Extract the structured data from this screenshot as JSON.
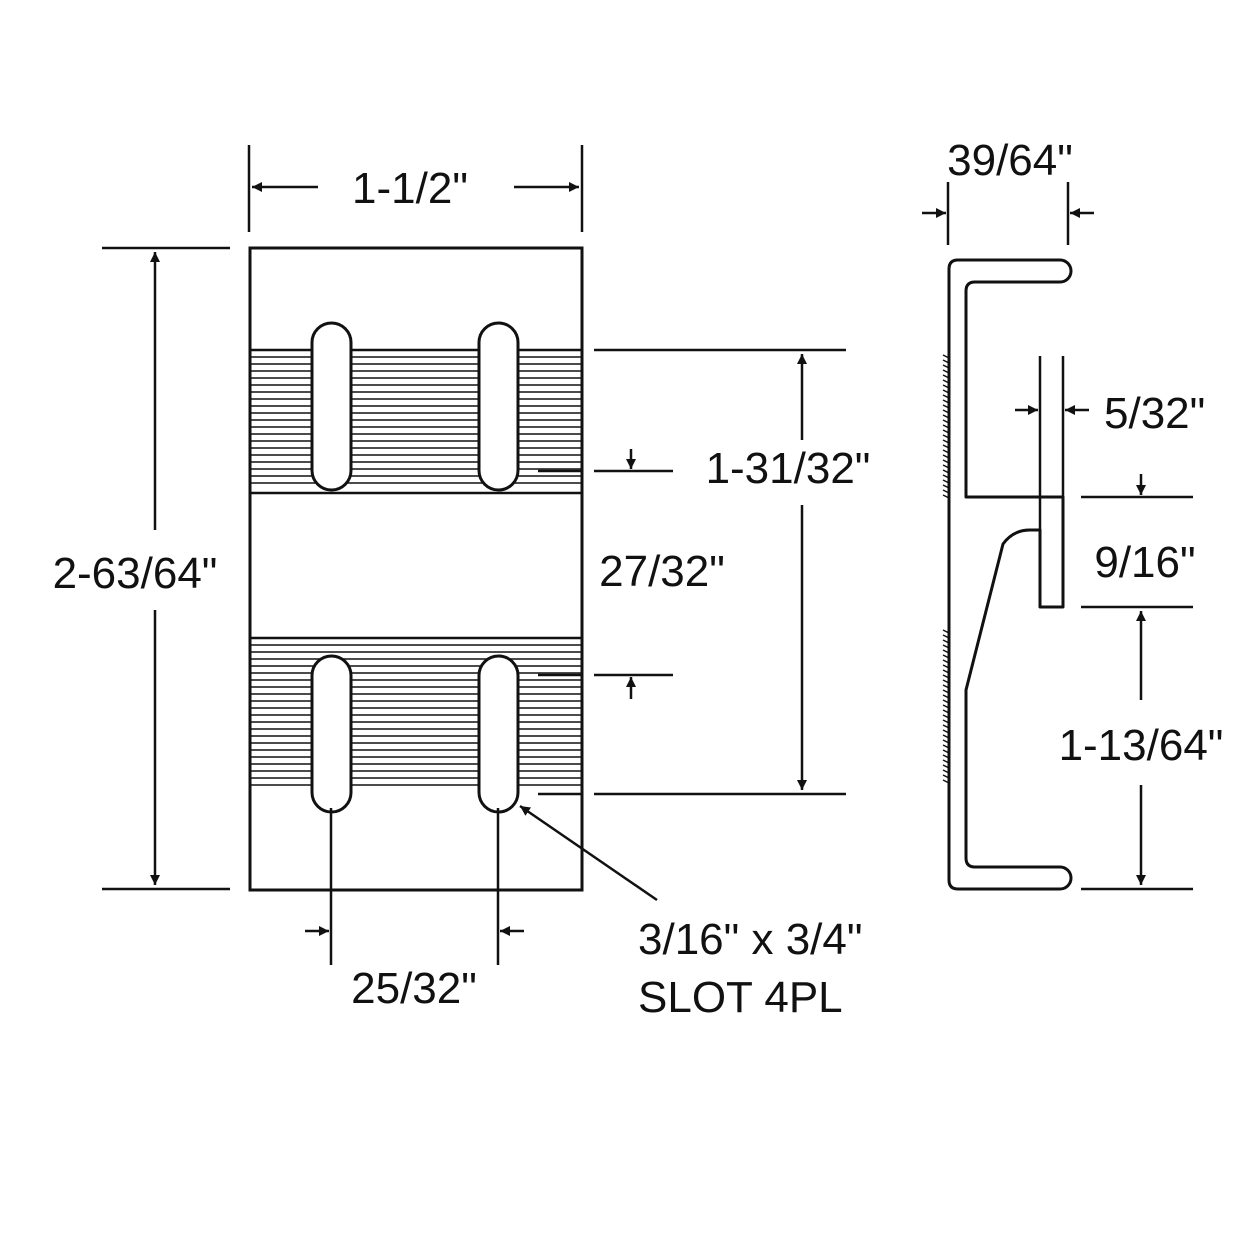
{
  "front_view": {
    "width_label": "1-1/2\"",
    "height_label": "2-63/64\"",
    "slot_center_distance_label": "25/32\"",
    "slot_vertical_span_label": "1-31/32\"",
    "knurl_gap_label": "27/32\"",
    "slot_callout_line1": "3/16\" x 3/4\"",
    "slot_callout_line2": "SLOT 4PL"
  },
  "side_view": {
    "depth_label": "39/64\"",
    "tab_thickness_label": "5/32\"",
    "tab_length_label": "9/16\"",
    "lower_height_label": "1-13/64\""
  },
  "colors": {
    "line": "#111111",
    "background": "#ffffff"
  }
}
